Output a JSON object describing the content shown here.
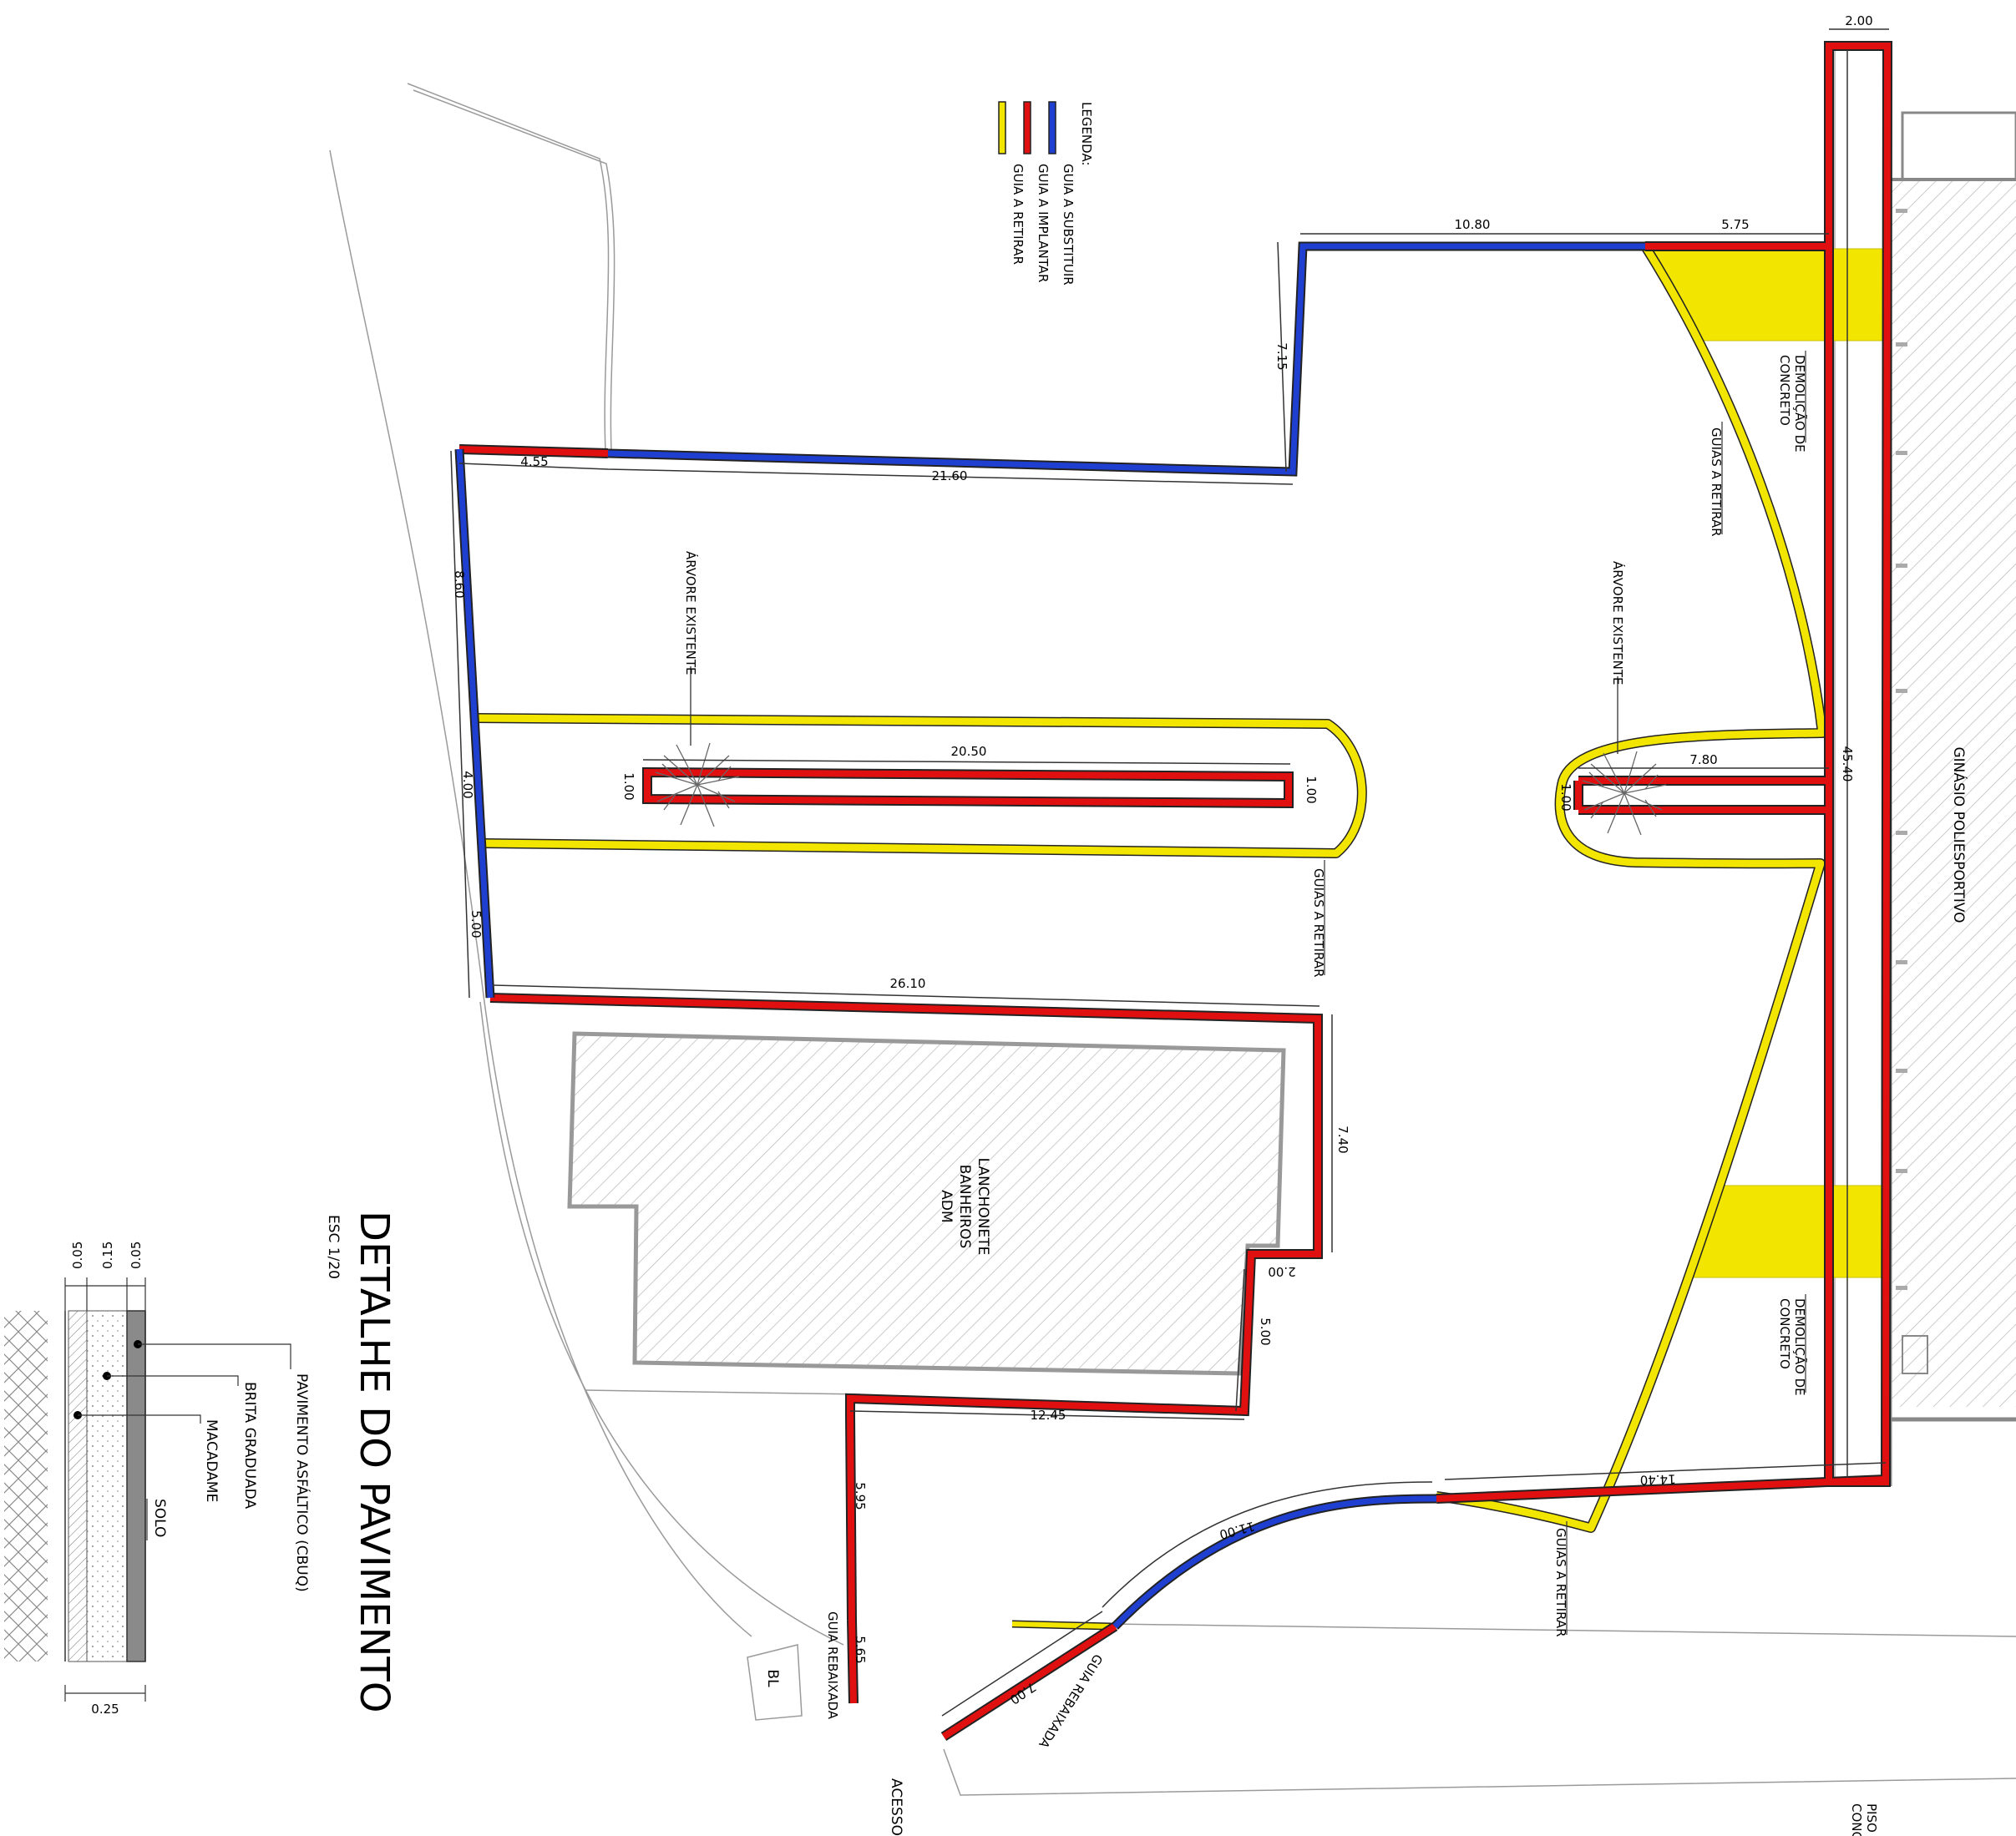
{
  "legend": {
    "title": "LEGENDA:",
    "items": [
      {
        "label": "GUIA A SUBSTITUIR",
        "color": "#1f3fd0"
      },
      {
        "label": "GUIA A IMPLANTAR",
        "color": "#e01010"
      },
      {
        "label": "GUIA A RETIRAR",
        "color": "#f2e600"
      }
    ]
  },
  "colors": {
    "substituir": "#1f3fd0",
    "implantar": "#e01010",
    "retirar": "#f2e600",
    "hatch": "#999999"
  },
  "dimensions": {
    "d200": "2.00",
    "d1080": "10.80",
    "d575": "5.75",
    "d715": "7.15",
    "d455": "4.55",
    "d2160": "21.60",
    "d860": "8.60",
    "d400": "4.00",
    "d500a": "5.00",
    "d2050": "20.50",
    "d100a": "1.00",
    "d100b": "1.00",
    "d780": "7.80",
    "d100c": "1.00",
    "d4540": "45.40",
    "d2610": "26.10",
    "d740": "7.40",
    "d200b": "2.00",
    "d500b": "5.00",
    "d1245": "12.45",
    "d595": "5.95",
    "d565": "5.65",
    "d1100": "11.00",
    "d1440": "14.40",
    "d700": "7.00",
    "d025": "0.25",
    "d005a": "0.05",
    "d015": "0.15",
    "d005b": "0.05"
  },
  "labels": {
    "gym": "GINÁSIO POLIESPORTIVO",
    "demo1a": "DEMOLIÇÃO DE",
    "demo1b": "CONCRETO",
    "demo2a": "DEMOLIÇÃO DE",
    "demo2b": "CONCRETO",
    "guias1": "GUIAS A RETIRAR",
    "guias2": "GUIAS A RETIRAR",
    "guias3": "GUIAS A RETIRAR",
    "tree1": "ÁRVORE EXISTENTE",
    "tree2": "ÁRVORE EXISTENTE",
    "bldg1": "LANCHONETE",
    "bldg2": "BANHEIROS",
    "bldg3": "ADM",
    "rebaixada1": "GUIA REBAIXADA",
    "rebaixada2": "GUIA REBAIXADA",
    "bl": "BL",
    "acesso": "ACESSO",
    "piso1": "PISO E",
    "piso2": "CONC"
  },
  "detail": {
    "title": "DETALHE DO PAVIMENTO",
    "scale": "ESC 1/20",
    "layers": [
      "PAVIMENTO ASFÁLTICO (CBUQ)",
      "BRITA GRADUADA",
      "MACADAME",
      "SOLO"
    ]
  }
}
